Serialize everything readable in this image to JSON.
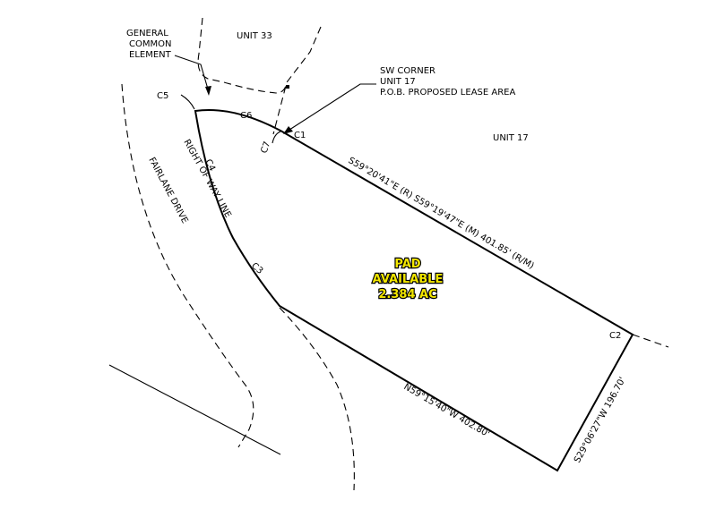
{
  "labels": {
    "unit_33": "UNIT 33",
    "unit_17": "UNIT 17",
    "general_common_element": [
      "GENERAL",
      "COMMON",
      "ELEMENT"
    ],
    "sw_corner_callout": [
      "SW CORNER",
      "UNIT 17",
      "P.O.B. PROPOSED LEASE AREA"
    ],
    "right_of_way_line": "RIGHT OF WAY LINE",
    "fairlane_drive": "FAIRLANE DRIVE",
    "curves": {
      "c1": "C1",
      "c2": "C2",
      "c3": "C3",
      "c4": "C4",
      "c5": "C5",
      "c6": "C6",
      "c7": "C7"
    },
    "north_bearing": "S59°20'41\"E (R)  S59°19'47\"E (M)    401.85' (R/M)",
    "south_bearing": "N59°15'40\"W    402.80'",
    "east_bearing": "S29°06'27\"W  196.70'"
  },
  "pad": {
    "line1": "PAD",
    "line2": "AVAILABLE",
    "line3": "2.384 AC",
    "fill_color": "#f2e600",
    "outline_color": "#000000"
  }
}
